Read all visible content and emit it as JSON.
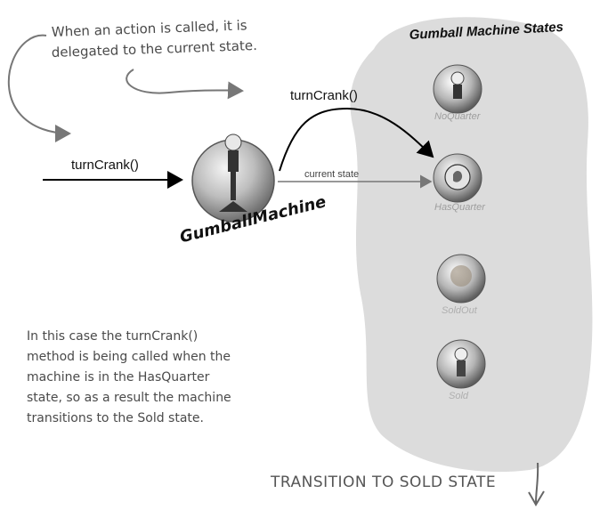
{
  "annotations": {
    "top_note": [
      "When an action is called, it is",
      "delegated to the current state."
    ],
    "bottom_note": [
      "In this case the turnCrank()",
      "method is being called when the",
      "machine is in the HasQuarter",
      "state, so as a result  the machine",
      "transitions to the Sold state."
    ],
    "footer": "TRANSITION TO SOLD STATE"
  },
  "context": {
    "name": "GumballMachine",
    "incoming_call": "turnCrank()",
    "delegated_call": "turnCrank()",
    "current_state_label": "current state"
  },
  "states_panel": {
    "title": "Gumball Machine States",
    "states": [
      {
        "name": "NoQuarter",
        "icon": "gumball-machine-icon",
        "current": false
      },
      {
        "name": "HasQuarter",
        "icon": "quarter-coin-icon",
        "current": true
      },
      {
        "name": "SoldOut",
        "icon": "empty-globe-icon",
        "current": false
      },
      {
        "name": "Sold",
        "icon": "dispensing-machine-icon",
        "current": false
      }
    ]
  },
  "colors": {
    "panel": "#dcdcdc",
    "arrow": "#000000",
    "pointer": "#777777",
    "note_text": "#4a4a4a"
  }
}
